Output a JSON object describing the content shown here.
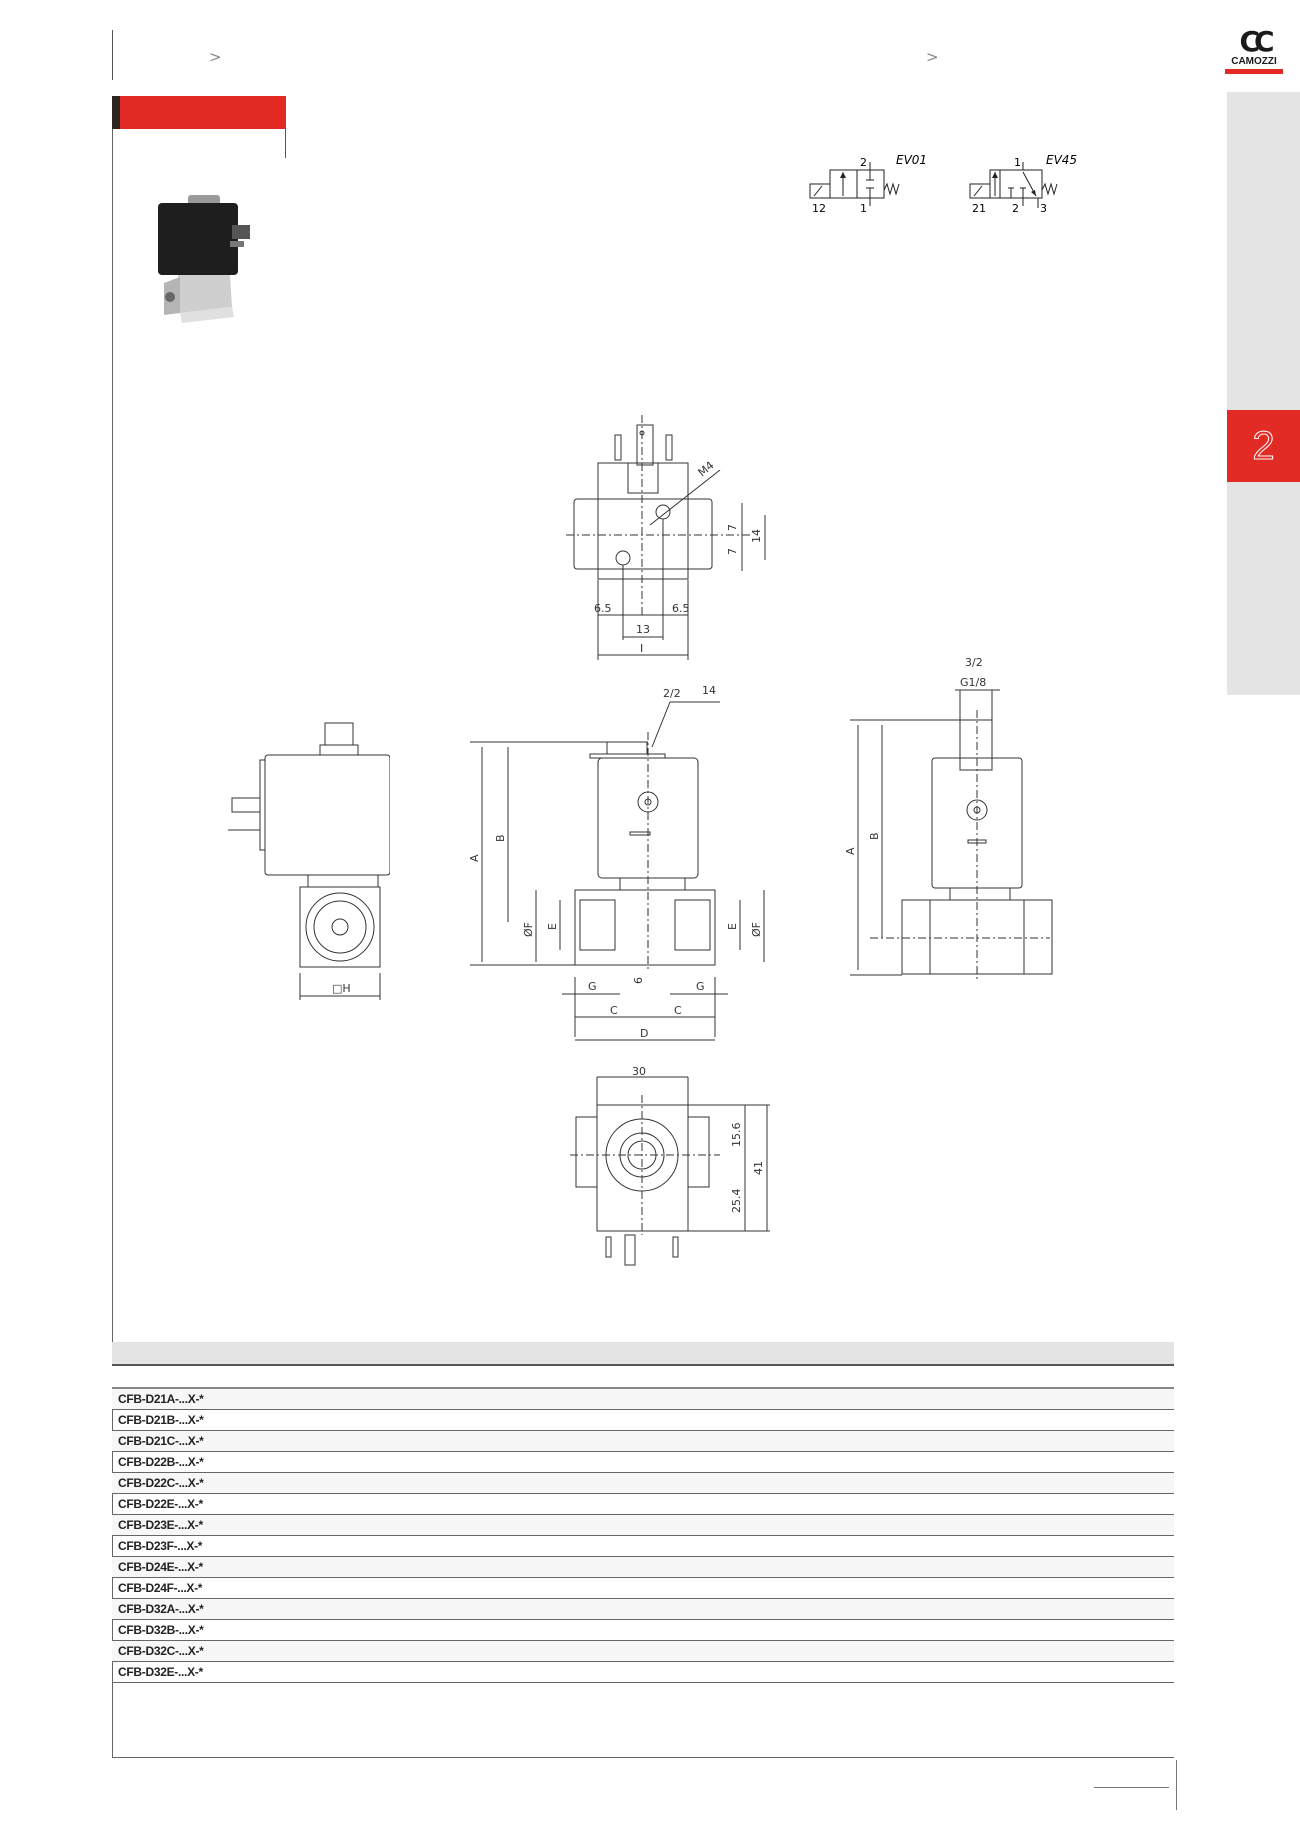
{
  "header": {
    "breadcrumb_left_separator": ">",
    "breadcrumb_right_separator": ">",
    "section_bar_color": "#e32b26"
  },
  "brand": {
    "logo_mark": "CC",
    "name": "CAMOZZI",
    "accent_color": "#e32b26"
  },
  "side_tab": {
    "chapter_number": "2"
  },
  "product": {
    "photo": "solenoid-valve-photo"
  },
  "symbols": [
    {
      "code": "EV01",
      "ports": [
        "2",
        "12",
        "1"
      ]
    },
    {
      "code": "EV45",
      "ports": [
        "1",
        "21",
        "2",
        "3"
      ]
    }
  ],
  "drawings": {
    "top_view": {
      "thread": "M4",
      "dims": [
        "7",
        "7",
        "14",
        "6.5",
        "6.5",
        "13",
        "I"
      ]
    },
    "side_view": {
      "dims": [
        "□H"
      ]
    },
    "front_2_2": {
      "label": "2/2",
      "wrench": "14",
      "dims": [
        "A",
        "B",
        "ØF",
        "E",
        "E",
        "ØF",
        "6",
        "G",
        "G",
        "C",
        "C",
        "D"
      ]
    },
    "front_3_2": {
      "label": "3/2",
      "thread": "G1/8",
      "dims": [
        "A",
        "B"
      ]
    },
    "bottom_view": {
      "dims": [
        "30",
        "15.6",
        "25.4",
        "41"
      ]
    }
  },
  "table": {
    "rows": [
      "CFB-D21A-...X-*",
      "CFB-D21B-...X-*",
      "CFB-D21C-...X-*",
      "CFB-D22B-...X-*",
      "CFB-D22C-...X-*",
      "CFB-D22E-...X-*",
      "CFB-D23E-...X-*",
      "CFB-D23F-...X-*",
      "CFB-D24E-...X-*",
      "CFB-D24F-...X-*",
      "CFB-D32A-...X-*",
      "CFB-D32B-...X-*",
      "CFB-D32C-...X-*",
      "CFB-D32E-...X-*"
    ]
  }
}
